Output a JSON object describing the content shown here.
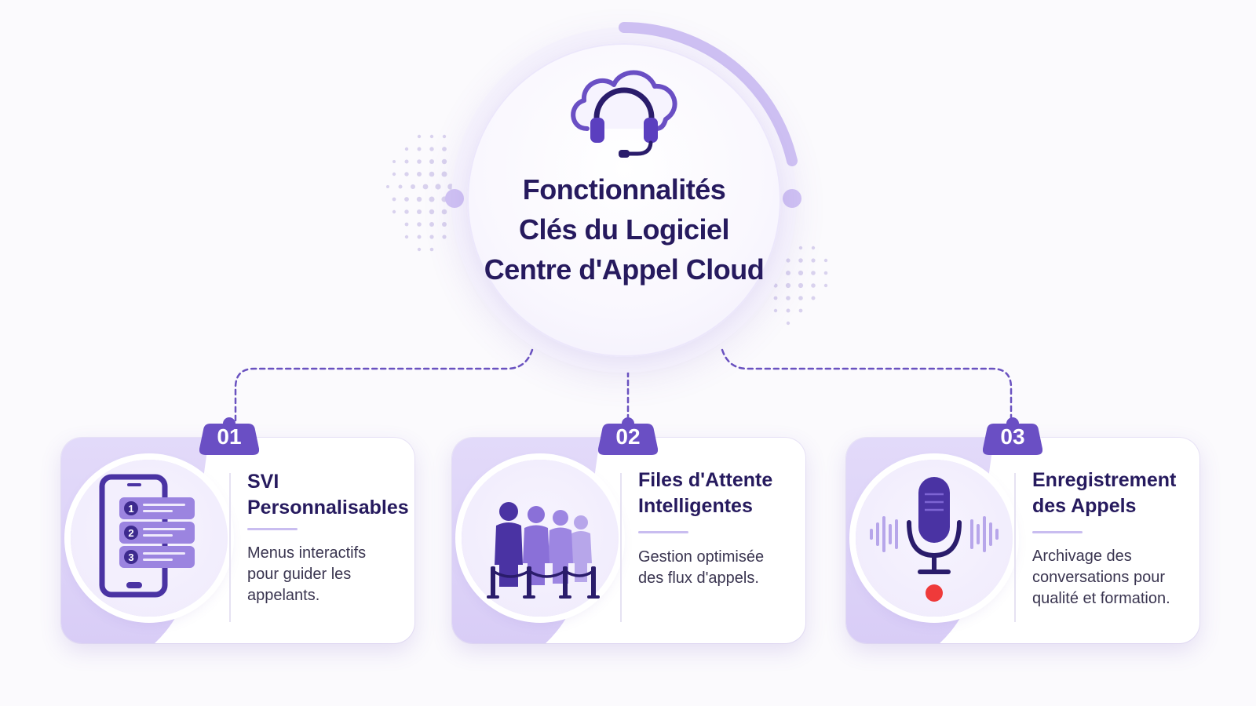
{
  "hub": {
    "title_lines": [
      "Fonctionnalités",
      "Clés du Logiciel",
      "Centre d'Appel Cloud"
    ],
    "icon": "cloud-headset-icon"
  },
  "features": [
    {
      "number": "01",
      "title_lines": [
        "SVI",
        "Personnalisables"
      ],
      "desc_lines": [
        "Menus interactifs",
        "pour guider les",
        "appelants."
      ],
      "icon": "phone-menu-icon",
      "menu_numbers": [
        "1",
        "2",
        "3"
      ]
    },
    {
      "number": "02",
      "title_lines": [
        "Files d'Attente",
        "Intelligentes"
      ],
      "desc_lines": [
        "Gestion optimisée",
        "des flux d'appels."
      ],
      "icon": "people-queue-icon"
    },
    {
      "number": "03",
      "title_lines": [
        "Enregistrement",
        "des Appels"
      ],
      "desc_lines": [
        "Archivage des",
        "conversations pour",
        "qualité et formation."
      ],
      "icon": "microphone-recording-icon"
    }
  ],
  "colors": {
    "primary": "#6a4fc4",
    "primary_dark": "#4a33a3",
    "light": "#c9bdf0",
    "pale": "#e6dffb",
    "text": "#261a5e",
    "record": "#ef3a3a"
  }
}
